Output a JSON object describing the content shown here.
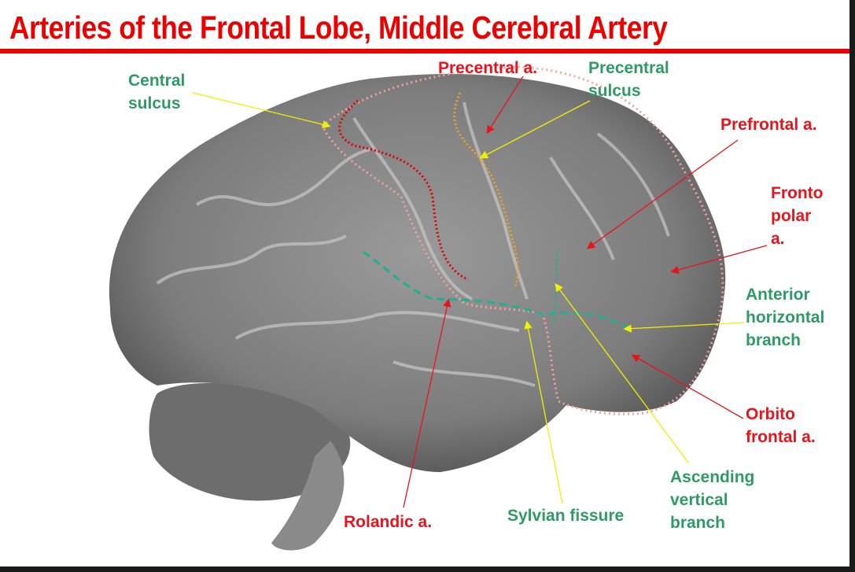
{
  "title": "Arteries of the Frontal Lobe, Middle Cerebral Artery",
  "colors": {
    "accent": "#ee0000",
    "artery_label": "#e8141c",
    "structure_label": "#2e9a66",
    "pointer_yellow": "#f0f000",
    "pointer_red": "#e8141c"
  },
  "labels": {
    "central_sulcus": [
      "Central",
      "sulcus"
    ],
    "precentral_a": "Precentral a.",
    "precentral_sulcus": [
      "Precentral",
      "sulcus"
    ],
    "prefrontal_a": "Prefrontal a.",
    "fronto_polar_a": [
      "Fronto",
      "polar",
      "a."
    ],
    "anterior_horizontal_branch": [
      "Anterior",
      "horizontal",
      "branch"
    ],
    "orbito_frontal_a": [
      "Orbito",
      "frontal a."
    ],
    "ascending_vertical_branch": [
      "Ascending",
      "vertical",
      "branch"
    ],
    "sylvian_fissure": "Sylvian fissure",
    "rolandic_a": "Rolandic a."
  }
}
